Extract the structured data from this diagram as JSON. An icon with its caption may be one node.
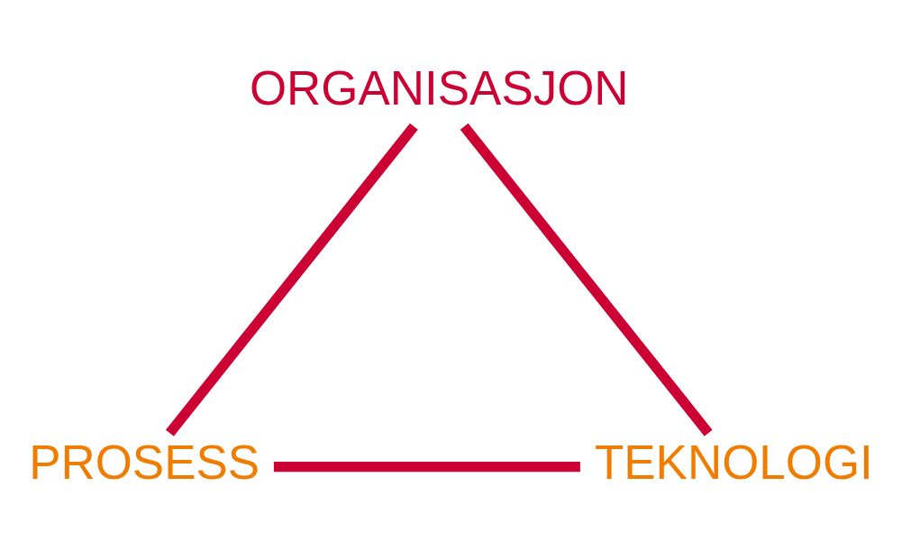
{
  "diagram": {
    "nodes": [
      {
        "text": [
          "ORGANISASJON"
        ]
      },
      {
        "text": [
          "PROSESS"
        ]
      },
      {
        "text": [
          "TEKNOLOGI"
        ]
      }
    ],
    "edges": [
      {
        "from": 0,
        "to": 1,
        "arrow": "none"
      },
      {
        "from": 1,
        "to": 2,
        "arrow": "none"
      },
      {
        "from": 2,
        "to": 0,
        "arrow": "none"
      }
    ]
  }
}
